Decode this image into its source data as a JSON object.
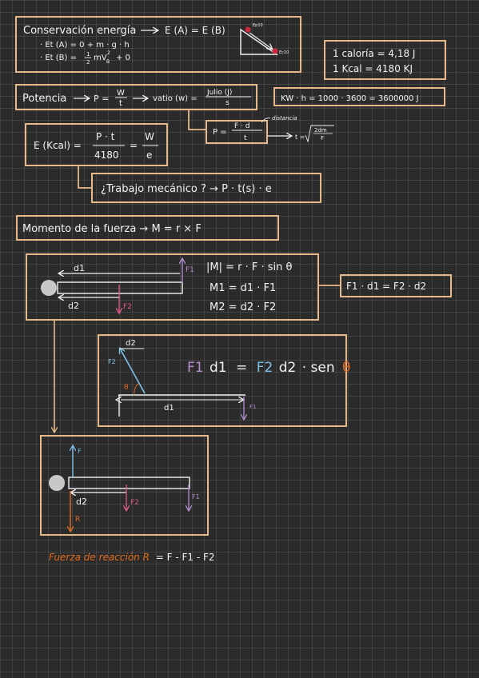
{
  "colors": {
    "box": "#e7b98a",
    "text": "#f2f2f2",
    "pink": "#e05a8a",
    "purple": "#b58fd0",
    "blue": "#7ec3e6",
    "orange": "#e06a1e",
    "red": "#cc2a3a",
    "ground": "#bdbdbd"
  },
  "energy": {
    "title": "Conservación energía",
    "rhs": "E (A) = E (B)",
    "line1": "· Et (A) = 0 + m · g · h",
    "line2_a": "· Et (B) = ",
    "line2_b": "mV",
    "line2_c": "+ 0",
    "half_num": "1",
    "half_den": "2",
    "sub_b": "B",
    "exp2": "2",
    "label_ep": "Ep10",
    "label_ec": "Ec10"
  },
  "calorie": {
    "line1": "1 caloría = 4,18 J",
    "line2": "1 Kcal = 4180 KJ"
  },
  "power": {
    "label": "Potencia",
    "p_eq": "P =",
    "w": "W",
    "t": "t",
    "vatio": "vatio (w) =",
    "julio": "Julio (J)",
    "s": "s"
  },
  "kwh": {
    "text": "KW · h = 1000 · 3600 = 3600000 J"
  },
  "force_power": {
    "p_eq": "P =",
    "num": "F · d",
    "den": "t",
    "distancia": "distancia",
    "t_eq": "t =",
    "root_num": "2dm",
    "root_den": "F"
  },
  "ekcal": {
    "lhs": "E (Kcal) =",
    "num1": "P · t",
    "den1": "4180",
    "eq": "=",
    "num2": "W",
    "den2": "e"
  },
  "work": {
    "text": "¿Trabajo mecánico ? → P · t(s) · e"
  },
  "moment": {
    "text": "Momento de la fuerza → M = r × F"
  },
  "beam1": {
    "d1": "d1",
    "d2": "d2",
    "f1": "F1",
    "f2": "F2",
    "eq1": "|M| = r · F · sin θ",
    "eq2": "M1 = d1 · F1",
    "eq3": "M2 = d2 · F2"
  },
  "balance": {
    "text": "F1 · d1 = F2 · d2"
  },
  "angled": {
    "d2": "d2",
    "f2": "F2",
    "d1": "d1",
    "f1": "F1",
    "theta": "θ",
    "eq_f1": "F1",
    "eq_d1": "d1",
    "eq_eq": "=",
    "eq_f2": "F2",
    "eq_d2": "d2",
    "eq_sen": "· sen",
    "eq_theta": "θ"
  },
  "reaction_diagram": {
    "f": "F",
    "d2": "d2",
    "f2": "F2",
    "f1": "F1",
    "r": "R"
  },
  "reaction": {
    "label": "Fuerza de reacción R",
    "formula": "= F - F1 - F2"
  }
}
